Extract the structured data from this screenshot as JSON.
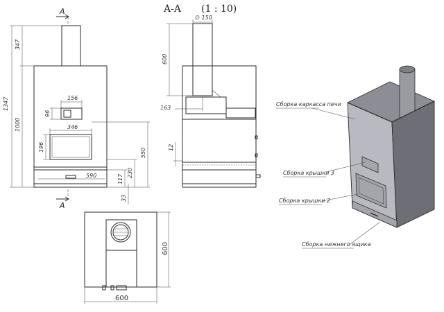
{
  "section_title": "A-A",
  "section_scale": "(1 : 10)",
  "section_marker": "A",
  "front_view": {
    "dims": {
      "d347": "347",
      "d1347": "1347",
      "d1000": "1000",
      "d156": "156",
      "d96": "96",
      "d346": "346",
      "d196": "196",
      "d550": "550",
      "d590": "590",
      "d117": "117",
      "d230": "230",
      "d33": "33"
    }
  },
  "side_view": {
    "dims": {
      "d150": "∅ 150",
      "d600": "600",
      "d163": "163",
      "d12": "12"
    }
  },
  "top_view": {
    "dims": {
      "d600w": "600",
      "d600h": "600"
    }
  },
  "iso_labels": {
    "frame": "Сборка каркасса печи",
    "cover3": "Сборка крышки 3",
    "cover2": "Сборка крышки 2",
    "drawer": "Сборка нижнего ящика"
  },
  "colors": {
    "stove_front": "#b9b9c2",
    "stove_side": "#6e6e76",
    "stove_inner": "#8d8d95",
    "pipe": "#9a9aa2"
  }
}
